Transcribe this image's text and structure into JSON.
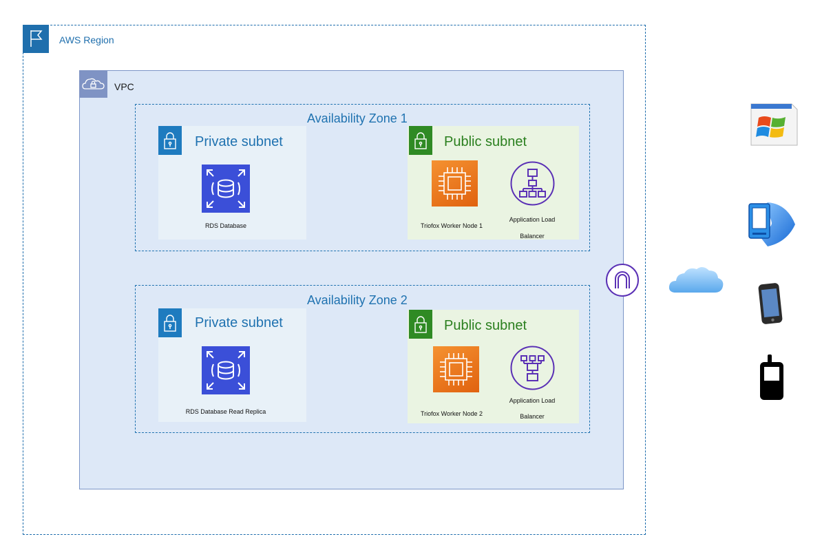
{
  "region": {
    "label": "AWS Region"
  },
  "vpc": {
    "label": "VPC"
  },
  "zones": [
    {
      "label": "Availability Zone 1",
      "private_subnet": {
        "label": "Private subnet",
        "resource_label": "RDS Database"
      },
      "public_subnet": {
        "label": "Public subnet",
        "worker_label": "Triofox  Worker Node 1",
        "alb_label_line1": "Application Load",
        "alb_label_line2": "Balancer"
      }
    },
    {
      "label": "Availability Zone 2",
      "private_subnet": {
        "label": "Private subnet",
        "resource_label": "RDS Database Read Replica"
      },
      "public_subnet": {
        "label": "Public subnet",
        "worker_label": "Triofox  Worker Node 2",
        "alb_label_line1": "Application Load",
        "alb_label_line2": "Balancer"
      }
    }
  ],
  "colors": {
    "region_border": "#1a6bab",
    "vpc_fill": "#dde8f7",
    "private_badge": "#1e7bbf",
    "public_badge": "#2f8a24",
    "rds": "#3b4fd8",
    "ec2": "#e8741d",
    "alb": "#5a30b5"
  },
  "icons": [
    "flag-icon",
    "cloud-lock-icon",
    "lock-icon",
    "rds-icon",
    "ec2-chip-icon",
    "load-balancer-icon",
    "internet-gateway-icon",
    "internet-cloud-icon",
    "windows-app-icon",
    "desktop-computer-icon",
    "smartphone-icon",
    "mobile-phone-icon"
  ]
}
